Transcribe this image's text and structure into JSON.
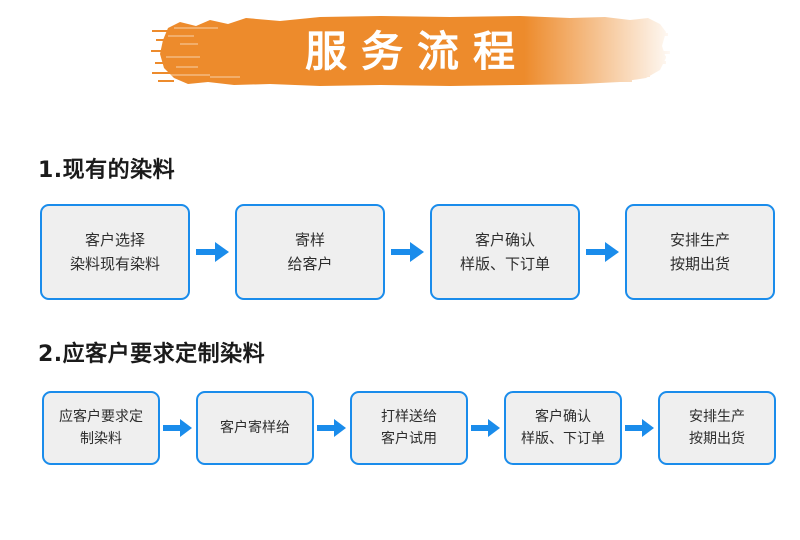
{
  "banner": {
    "title": "服务流程",
    "brush_color": "#ed8b2c",
    "title_color": "#ffffff"
  },
  "theme": {
    "box_fill": "#efefef",
    "box_border": "#1a8ceb",
    "arrow_color": "#1a8ceb",
    "heading_color": "#1b1b1b",
    "body_text_color": "#2d2d2d",
    "page_background": "#ffffff"
  },
  "sections": [
    {
      "heading": "1.现有的染料",
      "steps": [
        {
          "lines": [
            "客户选择",
            "染料现有染料"
          ]
        },
        {
          "lines": [
            "寄样",
            "给客户"
          ]
        },
        {
          "lines": [
            "客户确认",
            "样版、下订单"
          ]
        },
        {
          "lines": [
            "安排生产",
            "按期出货"
          ]
        }
      ]
    },
    {
      "heading": "2.应客户要求定制染料",
      "steps": [
        {
          "lines": [
            "应客户要求定",
            "制染料"
          ]
        },
        {
          "lines": [
            "客户寄样给"
          ]
        },
        {
          "lines": [
            "打样送给",
            "客户试用"
          ]
        },
        {
          "lines": [
            "客户确认",
            "样版、下订单"
          ]
        },
        {
          "lines": [
            "安排生产",
            "按期出货"
          ]
        }
      ]
    }
  ]
}
